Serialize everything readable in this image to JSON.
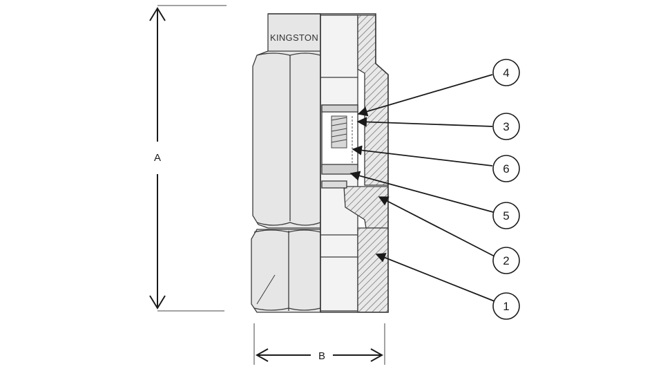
{
  "diagram": {
    "brand_label": "KINGSTON",
    "dimensions": {
      "height_label": "A",
      "width_label": "B"
    },
    "callouts": [
      {
        "number": "4"
      },
      {
        "number": "3"
      },
      {
        "number": "6"
      },
      {
        "number": "5"
      },
      {
        "number": "2"
      },
      {
        "number": "1"
      }
    ]
  },
  "colors": {
    "line": "#1a1a1a",
    "body_fill": "#e4e4e4",
    "section_fill": "#f1f1f1",
    "hatch": "#555555"
  }
}
